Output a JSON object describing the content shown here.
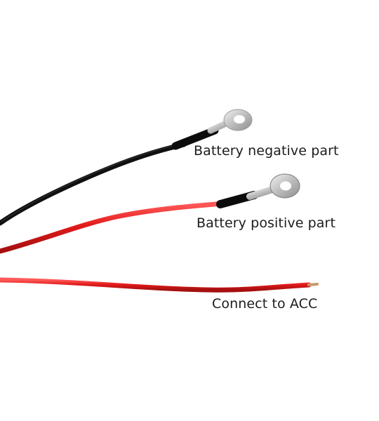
{
  "labels": {
    "negative": "Battery negative part",
    "positive": "Battery positive part",
    "acc": "Connect to ACC"
  },
  "colors": {
    "background": "#ffffff",
    "black_wire": "#101010",
    "red_wire": "#e31b1b",
    "terminal_metal": "#c9c9c9",
    "text": "#1c1c1c"
  }
}
